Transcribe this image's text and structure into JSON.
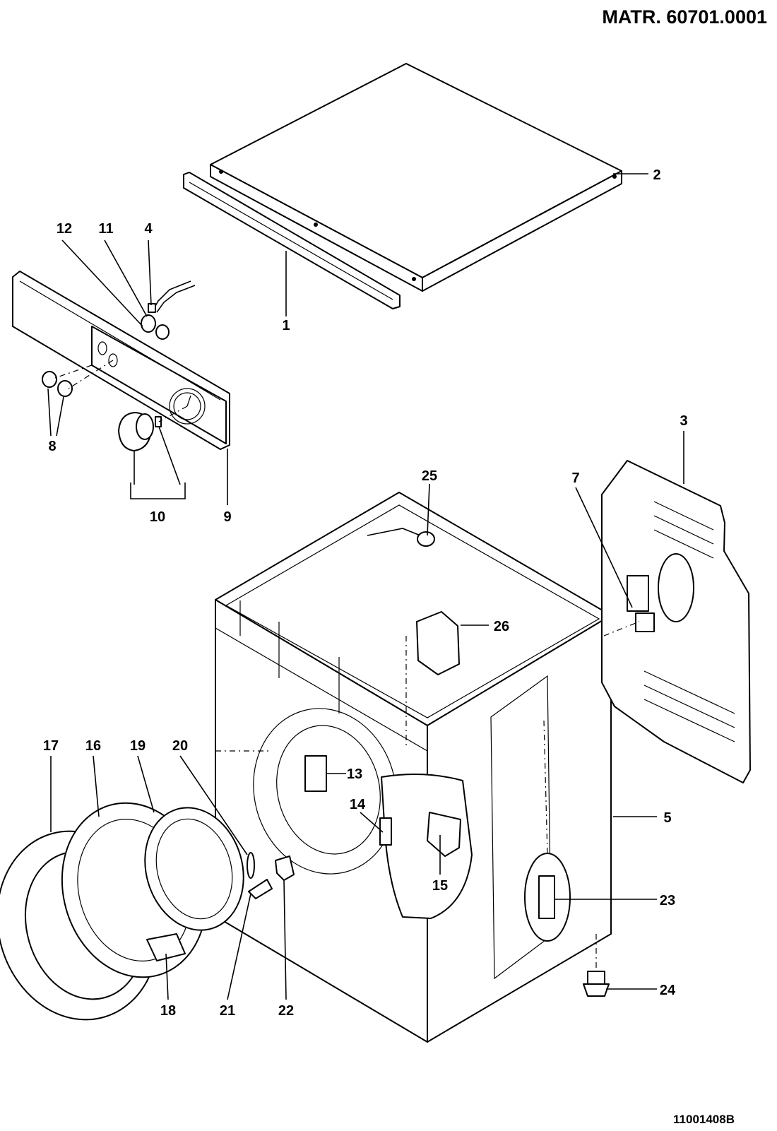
{
  "header": {
    "serial": "MATR. 60701.0001"
  },
  "footer": {
    "drawing_code": "11001408B"
  },
  "parts": [
    {
      "id": "p1",
      "label": "1"
    },
    {
      "id": "p2",
      "label": "2"
    },
    {
      "id": "p3",
      "label": "3"
    },
    {
      "id": "p4",
      "label": "4"
    },
    {
      "id": "p5",
      "label": "5"
    },
    {
      "id": "p7",
      "label": "7"
    },
    {
      "id": "p8",
      "label": "8"
    },
    {
      "id": "p9",
      "label": "9"
    },
    {
      "id": "p10",
      "label": "10"
    },
    {
      "id": "p11",
      "label": "11"
    },
    {
      "id": "p12",
      "label": "12"
    },
    {
      "id": "p13",
      "label": "13"
    },
    {
      "id": "p14",
      "label": "14"
    },
    {
      "id": "p15",
      "label": "15"
    },
    {
      "id": "p16",
      "label": "16"
    },
    {
      "id": "p17",
      "label": "17"
    },
    {
      "id": "p18",
      "label": "18"
    },
    {
      "id": "p19",
      "label": "19"
    },
    {
      "id": "p20",
      "label": "20"
    },
    {
      "id": "p21",
      "label": "21"
    },
    {
      "id": "p22",
      "label": "22"
    },
    {
      "id": "p23",
      "label": "23"
    },
    {
      "id": "p24",
      "label": "24"
    },
    {
      "id": "p25",
      "label": "25"
    },
    {
      "id": "p26",
      "label": "26"
    }
  ]
}
